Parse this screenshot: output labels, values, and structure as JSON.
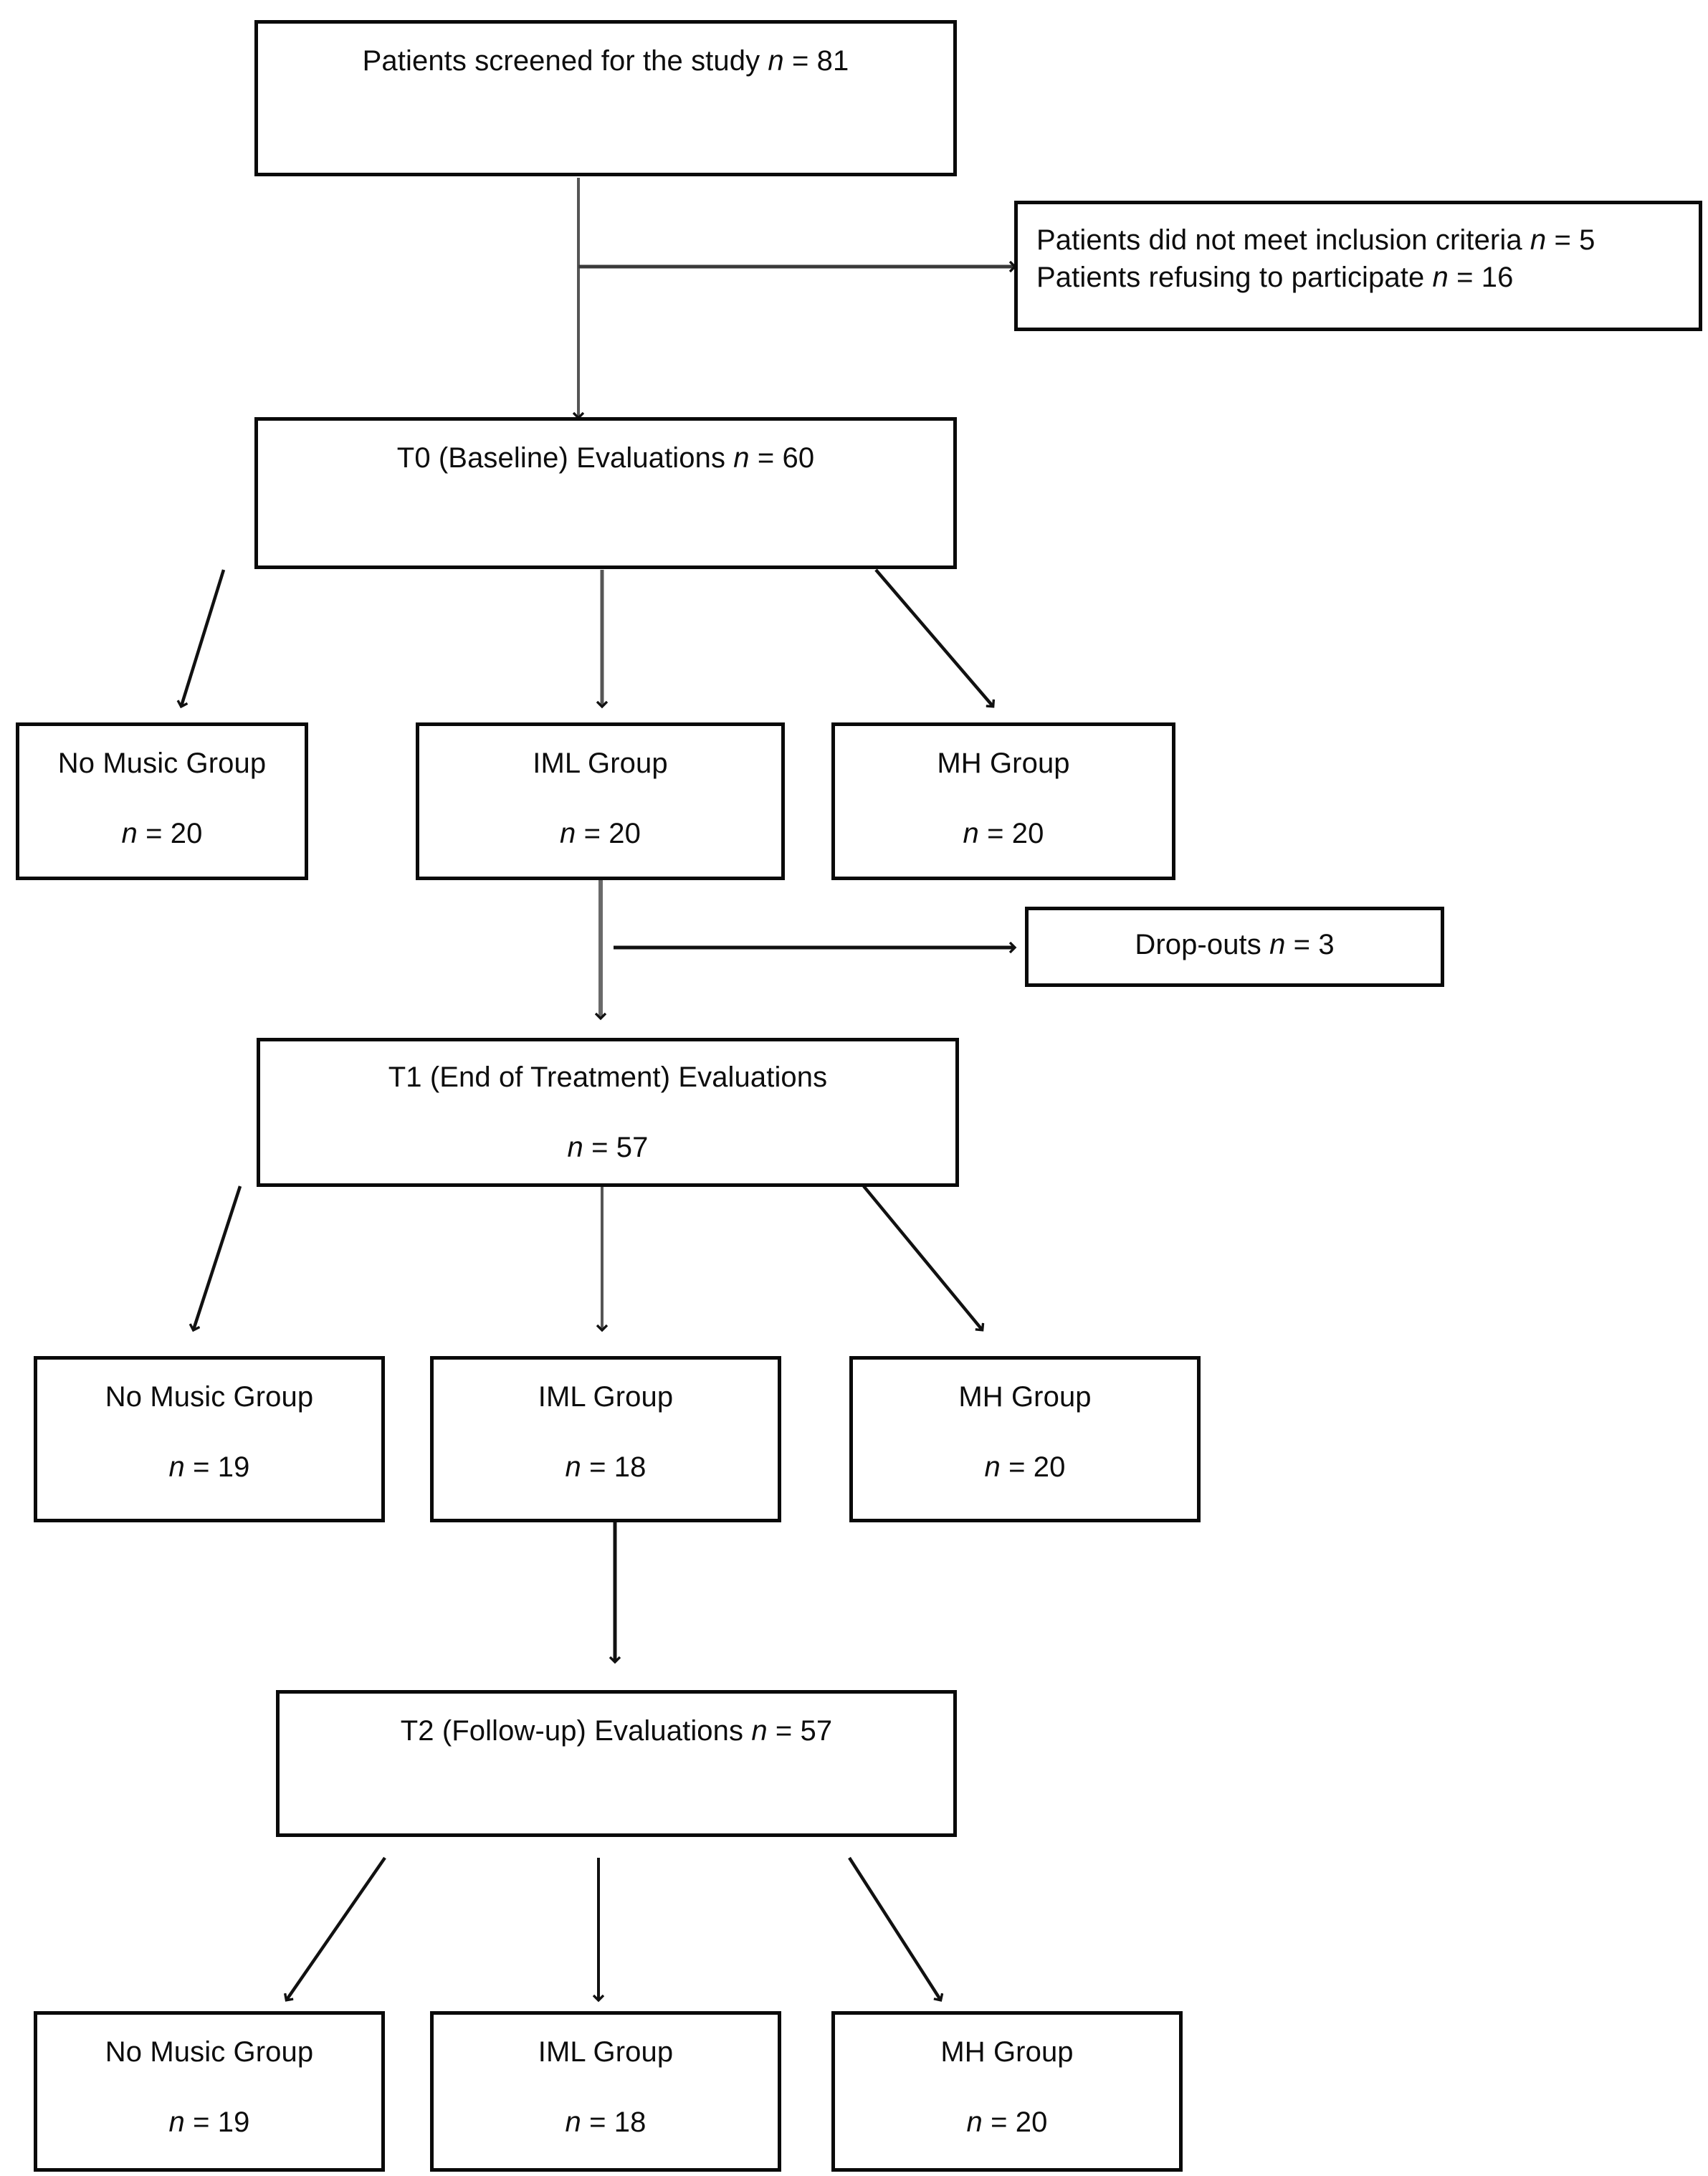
{
  "diagram": {
    "title": "Study participant flow diagram",
    "type": "flowchart",
    "colors": {
      "box_border": "#0a0a0a",
      "text": "#0d0d0d",
      "connector": "#1a1a1a",
      "background": "#ffffff"
    }
  },
  "nodes": {
    "screened": {
      "line1_pre": "Patients screened for the study ",
      "line1_var": "n",
      "line1_post": " = 81"
    },
    "excluded": {
      "line1_pre": "Patients did not meet inclusion criteria ",
      "line1_var": "n",
      "line1_post": " = 5",
      "line2_pre": "Patients refusing to participate ",
      "line2_var": "n",
      "line2_post": " = 16"
    },
    "t0": {
      "line1_pre": "T0 (Baseline) Evaluations ",
      "line1_var": "n",
      "line1_post": " = 60"
    },
    "dropouts": {
      "line1_pre": "Drop-outs ",
      "line1_var": "n",
      "line1_post": " = 3"
    },
    "t1": {
      "line1_pre": "T1 (End of Treatment) Evaluations",
      "line1_var": "",
      "line1_post": "",
      "line2_pre": "",
      "line2_var": "n",
      "line2_post": " = 57"
    },
    "t2": {
      "line1_pre": "T2 (Follow-up) Evaluations ",
      "line1_var": "n",
      "line1_post": " = 57"
    },
    "row1_nomusic": {
      "label": "No Music Group",
      "n_var": "n",
      "n_value": " = 20"
    },
    "row1_iml": {
      "label": "IML Group",
      "n_var": "n",
      "n_value": " = 20"
    },
    "row1_mh": {
      "label": "MH Group",
      "n_var": "n",
      "n_value": " = 20"
    },
    "row2_nomusic": {
      "label": "No Music Group",
      "n_var": "n",
      "n_value": " = 19"
    },
    "row2_iml": {
      "label": "IML Group",
      "n_var": "n",
      "n_value": " = 18"
    },
    "row2_mh": {
      "label": "MH Group",
      "n_var": "n",
      "n_value": " = 20"
    },
    "row3_nomusic": {
      "label": "No Music Group",
      "n_var": "n",
      "n_value": " = 19"
    },
    "row3_iml": {
      "label": "IML Group",
      "n_var": "n",
      "n_value": " = 18"
    },
    "row3_mh": {
      "label": "MH Group",
      "n_var": "n",
      "n_value": " = 20"
    }
  },
  "chart_data": {
    "type": "flowchart",
    "title": "Patient flow through the study",
    "stages": [
      {
        "id": "screened",
        "label": "Patients screened for the study",
        "n": 81
      },
      {
        "id": "excluded_criteria",
        "label": "Patients did not meet inclusion criteria",
        "n": 5
      },
      {
        "id": "excluded_refused",
        "label": "Patients refusing to participate",
        "n": 16
      },
      {
        "id": "t0",
        "label": "T0 (Baseline) Evaluations",
        "n": 60
      },
      {
        "id": "dropouts",
        "label": "Drop-outs",
        "n": 3
      },
      {
        "id": "t1",
        "label": "T1 (End of Treatment) Evaluations",
        "n": 57
      },
      {
        "id": "t2",
        "label": "T2 (Follow-up) Evaluations",
        "n": 57
      }
    ],
    "groups": [
      {
        "timepoint": "T0",
        "arms": [
          {
            "name": "No Music Group",
            "n": 20
          },
          {
            "name": "IML Group",
            "n": 20
          },
          {
            "name": "MH Group",
            "n": 20
          }
        ]
      },
      {
        "timepoint": "T1",
        "arms": [
          {
            "name": "No Music Group",
            "n": 19
          },
          {
            "name": "IML Group",
            "n": 18
          },
          {
            "name": "MH Group",
            "n": 20
          }
        ]
      },
      {
        "timepoint": "T2",
        "arms": [
          {
            "name": "No Music Group",
            "n": 19
          },
          {
            "name": "IML Group",
            "n": 18
          },
          {
            "name": "MH Group",
            "n": 20
          }
        ]
      }
    ]
  }
}
